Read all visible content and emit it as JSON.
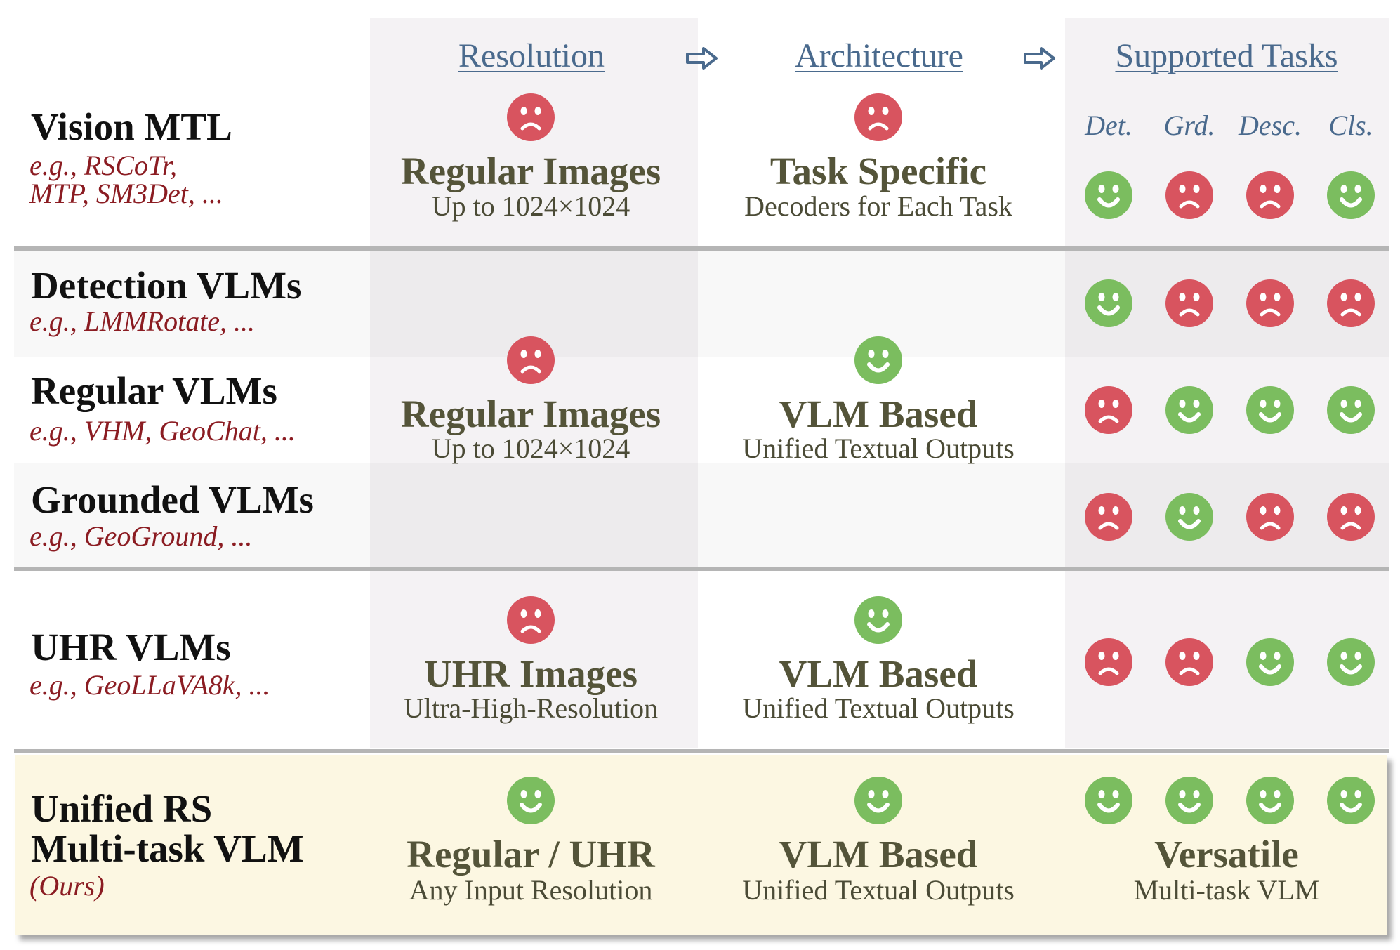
{
  "columns": {
    "resolution": "Resolution",
    "architecture": "Architecture",
    "tasks": "Supported Tasks"
  },
  "task_headers": [
    "Det.",
    "Grd.",
    "Desc.",
    "Cls."
  ],
  "colors": {
    "happy": "#7bbd5f",
    "sad": "#d8545f",
    "example": "#8b1c22",
    "header": "#4a6a8d"
  },
  "rows": [
    {
      "title": [
        "Vision MTL"
      ],
      "example": [
        "e.g., RSCoTr,",
        "MTP, SM3Det, ..."
      ],
      "resolution": {
        "face": "sad",
        "main": "Regular Images",
        "sub": "Up to 1024×1024"
      },
      "architecture": {
        "face": "sad",
        "main": "Task Specific",
        "sub": "Decoders for Each Task"
      },
      "tasks": [
        "happy",
        "sad",
        "sad",
        "happy"
      ]
    },
    {
      "title": [
        "Detection VLMs"
      ],
      "example": [
        "e.g., LMMRotate, ..."
      ],
      "tasks": [
        "happy",
        "sad",
        "sad",
        "sad"
      ]
    },
    {
      "title": [
        "Regular VLMs"
      ],
      "example": [
        "e.g., VHM, GeoChat, ..."
      ],
      "tasks": [
        "sad",
        "happy",
        "happy",
        "happy"
      ]
    },
    {
      "title": [
        "Grounded VLMs"
      ],
      "example": [
        "e.g., GeoGround, ..."
      ],
      "tasks": [
        "sad",
        "happy",
        "sad",
        "sad"
      ]
    },
    {
      "title": [
        "UHR VLMs"
      ],
      "example": [
        "e.g., GeoLLaVA8k, ..."
      ],
      "resolution": {
        "face": "sad",
        "main": "UHR Images",
        "sub": "Ultra-High-Resolution"
      },
      "architecture": {
        "face": "happy",
        "main": "VLM Based",
        "sub": "Unified Textual Outputs"
      },
      "tasks": [
        "sad",
        "sad",
        "happy",
        "happy"
      ]
    },
    {
      "title": [
        "Unified RS",
        "Multi-task VLM"
      ],
      "example": [
        "(Ours)"
      ],
      "resolution": {
        "face": "happy",
        "main": "Regular / UHR",
        "sub": "Any Input Resolution"
      },
      "architecture": {
        "face": "happy",
        "main": "VLM Based",
        "sub": "Unified Textual Outputs"
      },
      "tasks": [
        "happy",
        "happy",
        "happy",
        "happy"
      ],
      "tasks_summary": {
        "main": "Versatile",
        "sub": "Multi-task VLM"
      }
    }
  ],
  "vlm_group": {
    "resolution": {
      "face": "sad",
      "main": "Regular Images",
      "sub": "Up to 1024×1024"
    },
    "architecture": {
      "face": "happy",
      "main": "VLM Based",
      "sub": "Unified Textual Outputs"
    }
  }
}
